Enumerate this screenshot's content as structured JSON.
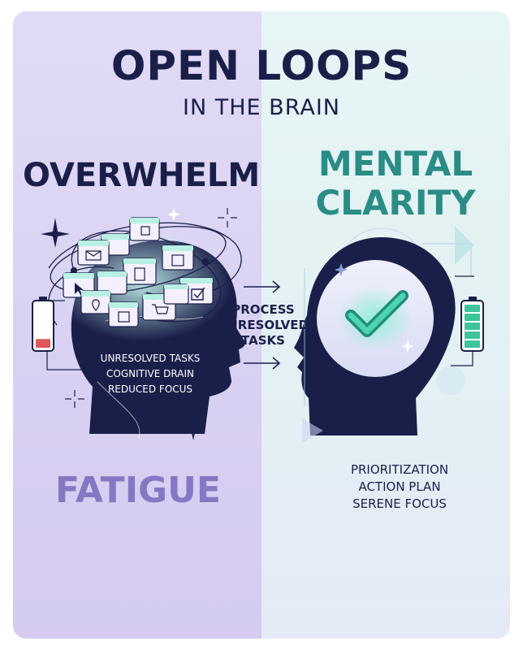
{
  "title": "OPEN LOOPS",
  "subtitle": "IN THE BRAIN",
  "left": {
    "heading": "OVERWHELM",
    "symptoms": [
      "UNRESOLVED TASKS",
      "COGNITIVE DRAIN",
      "REDUCED FOCUS"
    ],
    "footer": "FATIGUE",
    "battery_level": 0.2
  },
  "middle": {
    "label": [
      "PROCESS",
      "UNRESOLVED",
      "TASKS"
    ]
  },
  "right": {
    "heading": [
      "MENTAL",
      "CLARITY"
    ],
    "benefits": [
      "PRIORITIZATION",
      "ACTION PLAN",
      "SERENE FOCUS"
    ],
    "battery_level": 0.9
  },
  "icons": [
    "battery-low-icon",
    "battery-full-icon",
    "folder-icon",
    "mail-icon",
    "calendar-icon",
    "clipboard-icon",
    "cursor-icon",
    "location-pin-icon",
    "cart-icon",
    "checkbox-icon",
    "checkmark-icon",
    "arrow-right-icon",
    "sparkle-icon"
  ],
  "colors": {
    "navy": "#1a1f4a",
    "teal": "#2b8c86",
    "lavender": "#8677c4",
    "battery_low": "#e0565b",
    "battery_full": "#3cc49a"
  }
}
